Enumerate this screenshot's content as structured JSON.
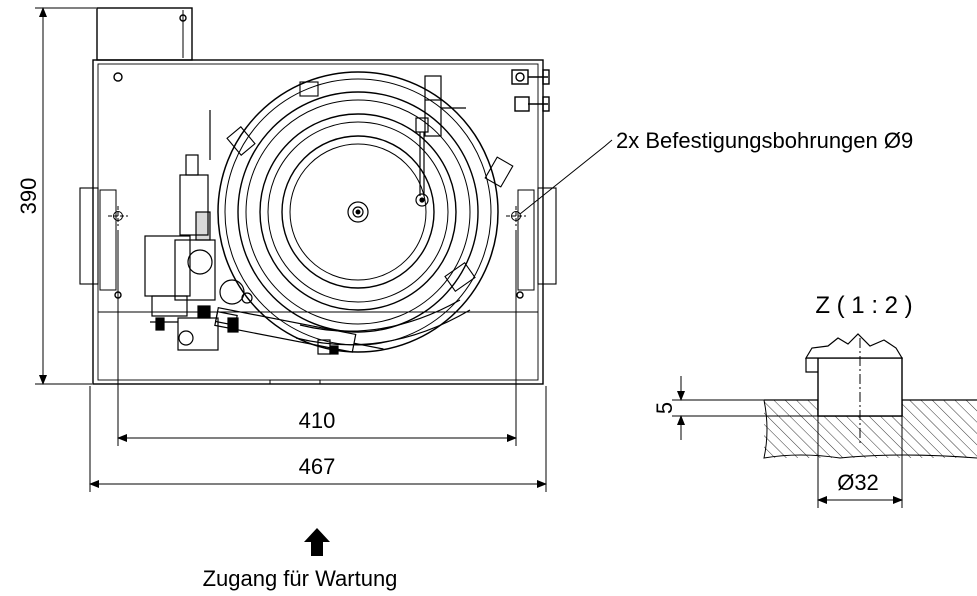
{
  "dimensions": {
    "height": "390",
    "inner_width": "410",
    "outer_width": "467",
    "detail_depth": "5",
    "detail_diameter": "Ø32"
  },
  "annotations": {
    "mounting_holes": "2x Befestigungsbohrungen Ø9",
    "detail_view": "Z ( 1 : 2 )",
    "service_access": "Zugang für Wartung"
  }
}
